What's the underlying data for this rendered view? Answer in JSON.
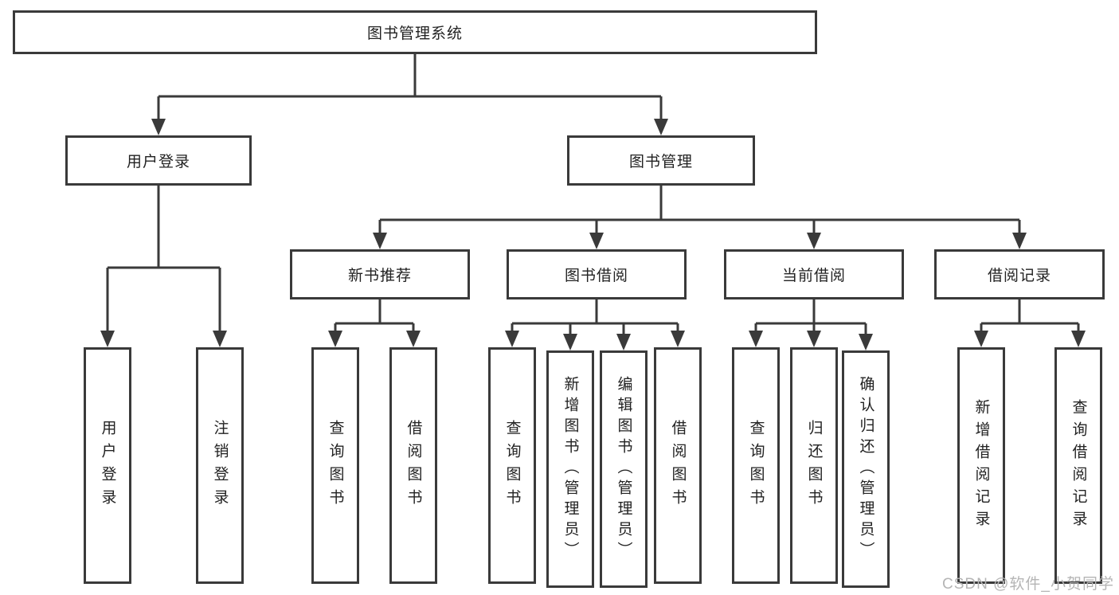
{
  "colors": {
    "line": "#3a3a3a",
    "box-border": "#3a3a3a",
    "text": "#222222",
    "watermark": "#b5b5b5",
    "background": "#ffffff"
  },
  "root": {
    "label": "图书管理系统"
  },
  "level2": [
    {
      "label": "用户登录"
    },
    {
      "label": "图书管理"
    }
  ],
  "level3": [
    {
      "label": "新书推荐"
    },
    {
      "label": "图书借阅"
    },
    {
      "label": "当前借阅"
    },
    {
      "label": "借阅记录"
    }
  ],
  "leaves": {
    "user_login": [
      "用户登录",
      "注销登录"
    ],
    "new_book_recommend": [
      "查询图书",
      "借阅图书"
    ],
    "book_borrow": [
      "查询图书",
      "新增图书（管理员）",
      "编辑图书（管理员）",
      "借阅图书"
    ],
    "current_borrow": [
      "查询图书",
      "归还图书",
      "确认归还（管理员）"
    ],
    "borrow_records": [
      "新增借阅记录",
      "查询借阅记录"
    ]
  },
  "watermark": {
    "text": "CSDN @软件_小贺同学"
  }
}
